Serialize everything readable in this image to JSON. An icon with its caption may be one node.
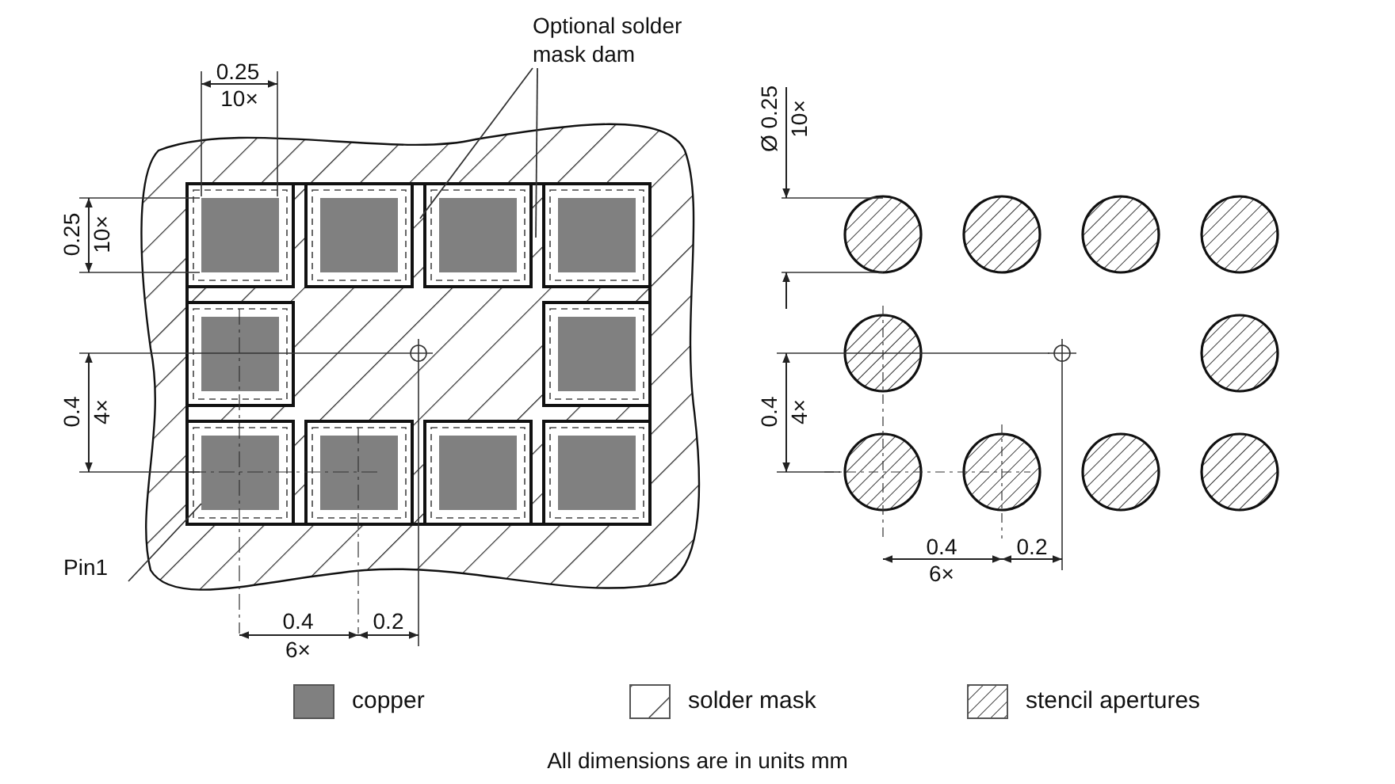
{
  "diagram": {
    "caption": "All dimensions are in units mm",
    "nodes": [
      {
        "text": [
          "Optional solder mask dam"
        ]
      },
      {
        "text": [
          "Pin1"
        ]
      }
    ],
    "edges": [
      {
        "from": 0,
        "to": null,
        "arrow": "none"
      },
      {
        "from": 0,
        "to": null,
        "arrow": "none"
      },
      {
        "from": 1,
        "to": null,
        "arrow": "none"
      }
    ],
    "labels": [
      "0.25",
      "10×",
      "0.25",
      "10×",
      "0.4",
      "4×",
      "0.4",
      "0.2",
      "6×",
      "Ø 0.25",
      "10×",
      "0.4",
      "4×",
      "0.4",
      "0.2",
      "6×"
    ],
    "legend": [
      {
        "text": "copper",
        "color": "#808080"
      },
      {
        "text": "solder mask"
      },
      {
        "text": "stencil apertures"
      }
    ]
  }
}
